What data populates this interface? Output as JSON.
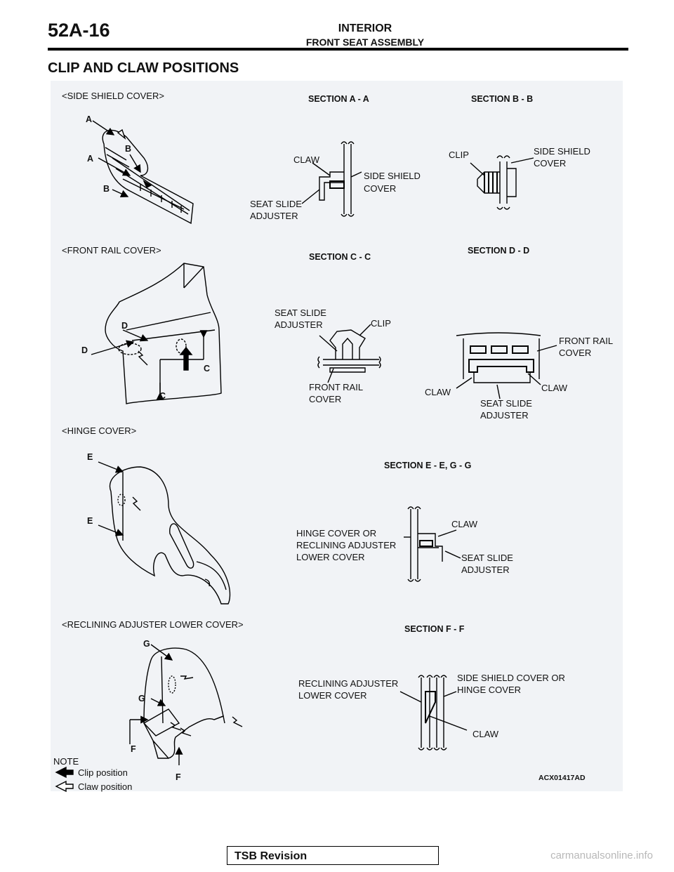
{
  "header": {
    "section_code": "52A-16",
    "title": "INTERIOR",
    "subtitle": "FRONT SEAT ASSEMBLY"
  },
  "page_heading": "CLIP AND CLAW POSITIONS",
  "figure": {
    "side_shield": {
      "heading": "<SIDE SHIELD COVER>",
      "callouts": [
        "A",
        "A",
        "B",
        "B"
      ],
      "section_aa": {
        "title": "SECTION A - A",
        "claw": "CLAW",
        "cover": [
          "SIDE SHIELD",
          "COVER"
        ],
        "adjuster": [
          "SEAT SLIDE",
          "ADJUSTER"
        ]
      },
      "section_bb": {
        "title": "SECTION B - B",
        "clip": "CLIP",
        "cover": [
          "SIDE SHIELD",
          "COVER"
        ]
      }
    },
    "front_rail": {
      "heading": "<FRONT RAIL COVER>",
      "callouts": [
        "D",
        "D",
        "C",
        "C"
      ],
      "section_cc": {
        "title": "SECTION C - C",
        "adjuster": [
          "SEAT SLIDE",
          "ADJUSTER"
        ],
        "clip": "CLIP",
        "cover": [
          "FRONT RAIL",
          "COVER"
        ]
      },
      "section_dd": {
        "title": "SECTION D - D",
        "cover": [
          "FRONT RAIL",
          "COVER"
        ],
        "claw_left": "CLAW",
        "claw_right": "CLAW",
        "adjuster": [
          "SEAT SLIDE",
          "ADJUSTER"
        ]
      }
    },
    "hinge": {
      "heading": "<HINGE COVER>",
      "callouts": [
        "E",
        "E"
      ],
      "section_ee": {
        "title": "SECTION E - E, G - G",
        "cover": [
          "HINGE COVER OR",
          "RECLINING ADJUSTER",
          "LOWER COVER"
        ],
        "claw": "CLAW",
        "adjuster": [
          "SEAT SLIDE",
          "ADJUSTER"
        ]
      }
    },
    "reclining": {
      "heading": "<RECLINING ADJUSTER LOWER COVER>",
      "callouts": [
        "G",
        "G",
        "F",
        "F"
      ],
      "section_ff": {
        "title": "SECTION F - F",
        "cover": [
          "RECLINING ADJUSTER",
          "LOWER COVER"
        ],
        "side": [
          "SIDE SHIELD COVER OR",
          "HINGE COVER"
        ],
        "claw": "CLAW"
      }
    },
    "note": {
      "title": "NOTE",
      "clip_position": "Clip position",
      "claw_position": "Claw position"
    },
    "figure_code": "ACX01417AD"
  },
  "footer": {
    "revision": "TSB Revision"
  },
  "watermark": "carmanualsonline.info"
}
